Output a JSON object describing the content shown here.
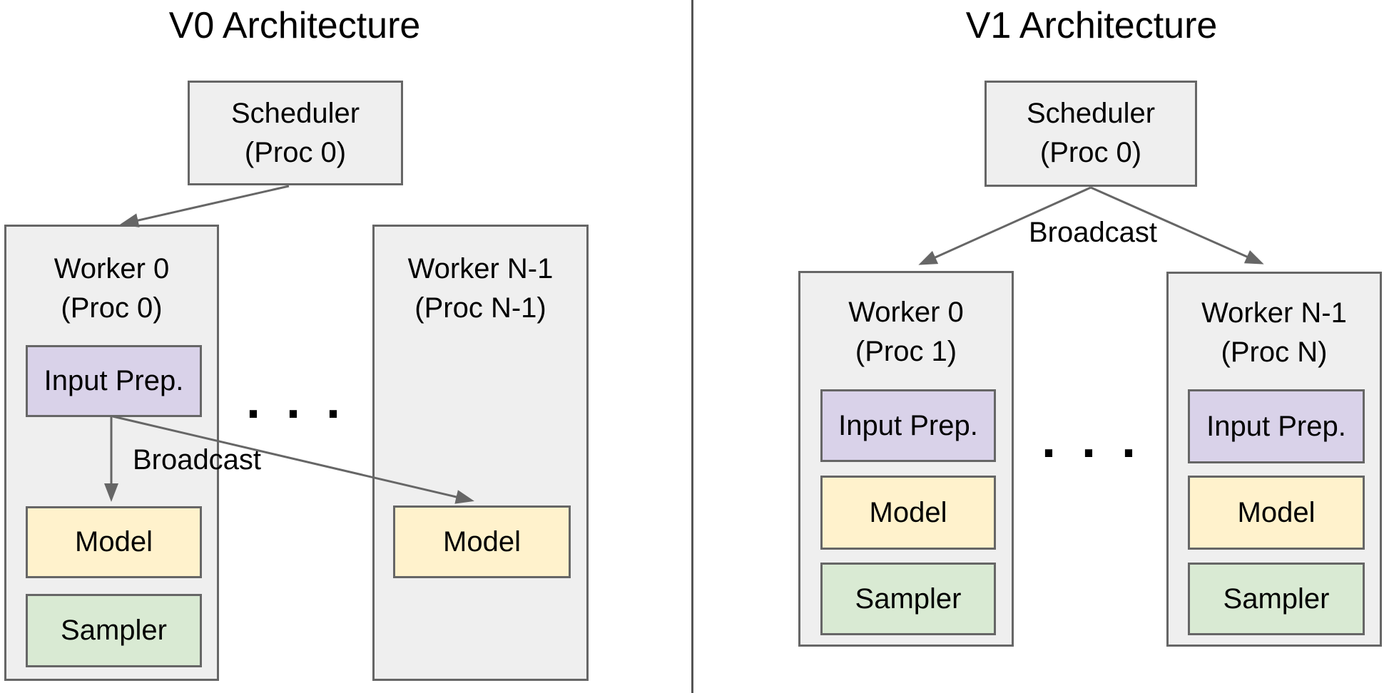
{
  "colors": {
    "container_fill": "#efefef",
    "container_border": "#666666",
    "input_prep_fill": "#d9d2e9",
    "model_fill": "#fff2cc",
    "sampler_fill": "#d9ead3",
    "arrow": "#666666",
    "divider": "#555555",
    "text": "#000000"
  },
  "v0": {
    "title": "V0 Architecture",
    "scheduler": {
      "label": "Scheduler\n(Proc 0)"
    },
    "broadcast_label": "Broadcast",
    "ellipsis": ". . .",
    "worker0": {
      "label": "Worker 0\n(Proc 0)",
      "input_prep": "Input Prep.",
      "model": "Model",
      "sampler": "Sampler"
    },
    "workerN": {
      "label": "Worker N-1\n(Proc N-1)",
      "model": "Model"
    }
  },
  "v1": {
    "title": "V1 Architecture",
    "scheduler": {
      "label": "Scheduler\n(Proc 0)"
    },
    "broadcast_label": "Broadcast",
    "ellipsis": ". . .",
    "worker0": {
      "label": "Worker 0\n(Proc 1)",
      "input_prep": "Input Prep.",
      "model": "Model",
      "sampler": "Sampler"
    },
    "workerN": {
      "label": "Worker N-1\n(Proc N)",
      "input_prep": "Input Prep.",
      "model": "Model",
      "sampler": "Sampler"
    }
  }
}
